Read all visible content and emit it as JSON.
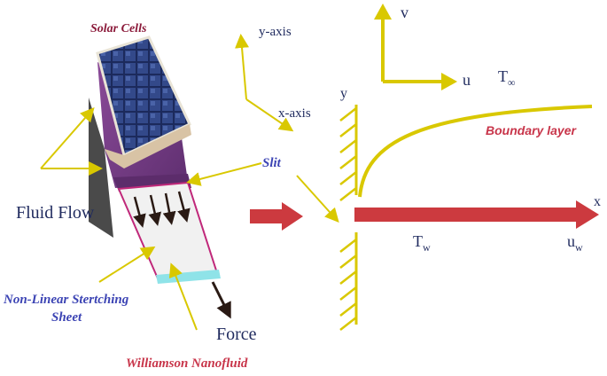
{
  "colors": {
    "yellow": "#d9c800",
    "red_arrow": "#cc3a3f",
    "purple": "#7a3f8a",
    "panel_dark": "#1c2a5c",
    "navy_text": "#1f2a5e",
    "maroon_text": "#8b1a3a",
    "blue_text": "#3c44b4",
    "red_text": "#c8354a",
    "sheet_border": "#c0287a",
    "cyan_edge": "#8fe3e8"
  },
  "labels": {
    "solar_cells": "Solar Cells",
    "y_axis": "y-axis",
    "x_axis": "x-axis",
    "slit": "Slit",
    "fluid_flow": "Fluid Flow",
    "non_linear_line1": "Non-Linear Stertching",
    "non_linear_line2": "Sheet",
    "force": "Force",
    "williamson": "Williamson Nanofluid",
    "boundary_layer": "Boundary layer",
    "v": "v",
    "u": "u",
    "t_inf_base": "T",
    "t_inf_sub": "∞",
    "y": "y",
    "x": "x",
    "t_w_base": "T",
    "t_w_sub": "w",
    "u_w_base": "u",
    "u_w_sub": "w"
  }
}
